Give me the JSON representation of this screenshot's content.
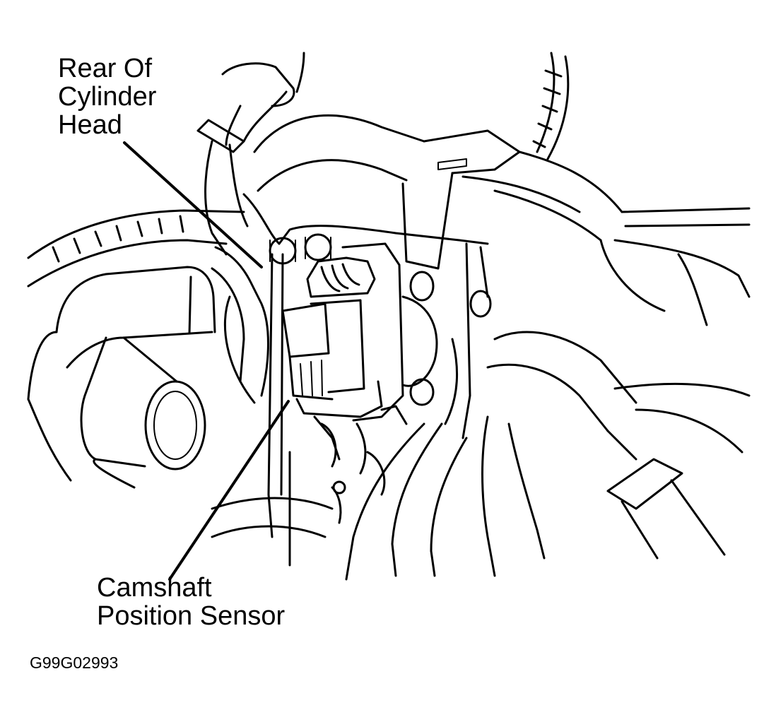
{
  "labels": {
    "rear_of_cylinder_head": [
      "Rear Of",
      "Cylinder",
      "Head"
    ],
    "camshaft_position_sensor": [
      "Camshaft",
      "Position Sensor"
    ]
  },
  "figure_code": "G99G02993",
  "colors": {
    "ink": "#000000",
    "paper": "#ffffff"
  }
}
